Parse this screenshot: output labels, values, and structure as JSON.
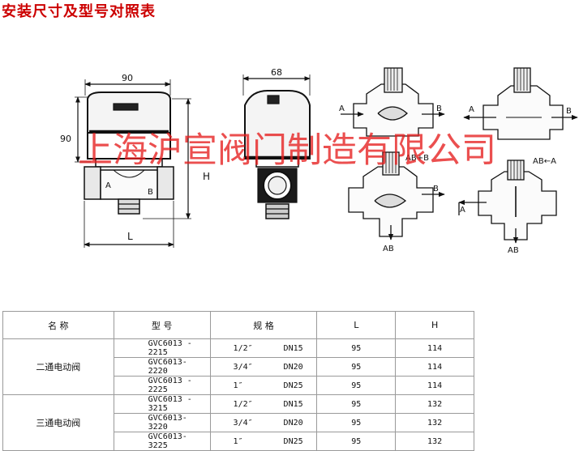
{
  "title": "安装尺寸及型号对照表",
  "watermark": "上海沪宣阀门制造有限公司",
  "drawing": {
    "dim_width_front": "90",
    "dim_height_front": "90",
    "dim_width_side": "68",
    "label_H": "H",
    "label_L": "L",
    "port_A": "A",
    "port_B": "B",
    "port_AB": "AB",
    "flow_ab_b": "AB+B",
    "flow_ab_a": "AB←A"
  },
  "table": {
    "headers": [
      "名 称",
      "型 号",
      "规 格",
      "L",
      "H"
    ],
    "groups": [
      {
        "name": "二通电动阀",
        "rows": [
          {
            "model": "GVC6013 - 2215",
            "size": "1/2″",
            "dn": "DN15",
            "L": "95",
            "H": "114"
          },
          {
            "model": "GVC6013- 2220",
            "size": "3/4″",
            "dn": "DN20",
            "L": "95",
            "H": "114"
          },
          {
            "model": "GVC6013 - 2225",
            "size": "1″",
            "dn": "DN25",
            "L": "95",
            "H": "114"
          }
        ]
      },
      {
        "name": "三通电动阀",
        "rows": [
          {
            "model": "GVC6013 - 3215",
            "size": "1/2″",
            "dn": "DN15",
            "L": "95",
            "H": "132"
          },
          {
            "model": "GVC6013- 3220",
            "size": "3/4″",
            "dn": "DN20",
            "L": "95",
            "H": "132"
          },
          {
            "model": "GVC6013- 3225",
            "size": "1″",
            "dn": "DN25",
            "L": "95",
            "H": "132"
          }
        ]
      }
    ]
  }
}
